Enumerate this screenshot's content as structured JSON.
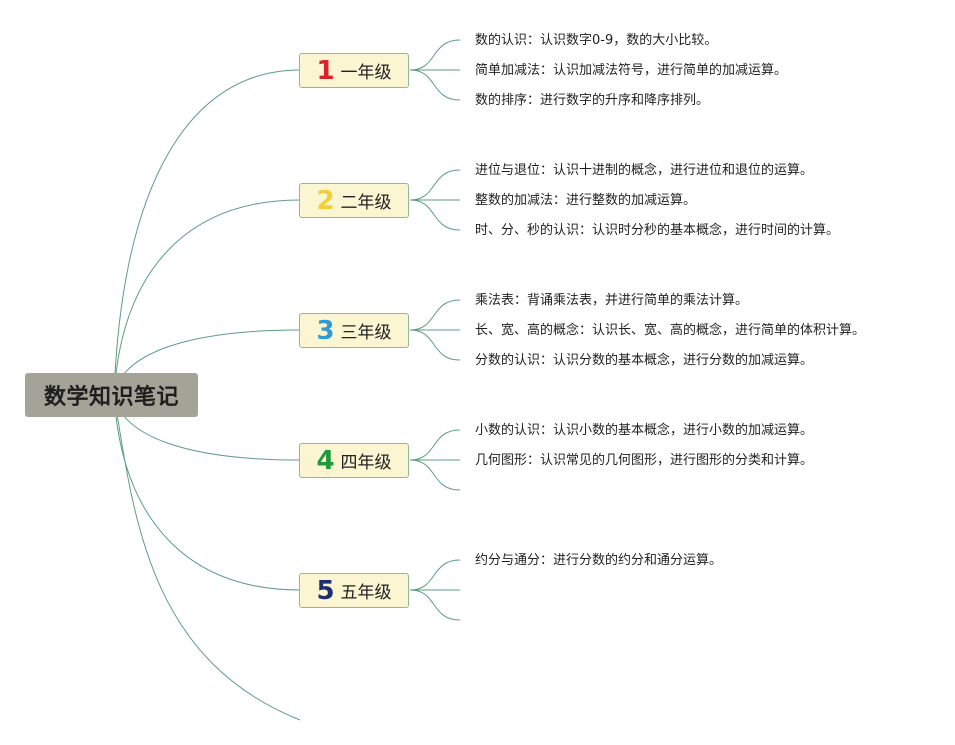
{
  "root": {
    "label": "数学知识笔记"
  },
  "colors": {
    "line": "#5f9e80",
    "root_fill": "#a4a397",
    "node_fill": "#fbf5d2",
    "node_border": "#8fb89a"
  },
  "grades": [
    {
      "number": "1",
      "label": "一年级",
      "number_color": "#d8232a",
      "topics": [
        "数的认识：认识数字0-9，数的大小比较。",
        "简单加减法：认识加减法符号，进行简单的加减运算。",
        "数的排序：进行数字的升序和降序排列。"
      ]
    },
    {
      "number": "2",
      "label": "二年级",
      "number_color": "#f1cf3a",
      "topics": [
        "进位与退位：认识十进制的概念，进行进位和退位的运算。",
        "整数的加减法：进行整数的加减运算。",
        "时、分、秒的认识：认识时分秒的基本概念，进行时间的计算。"
      ]
    },
    {
      "number": "3",
      "label": "三年级",
      "number_color": "#2e9bd6",
      "topics": [
        "乘法表：背诵乘法表，并进行简单的乘法计算。",
        "长、宽、高的概念：认识长、宽、高的概念，进行简单的体积计算。",
        "分数的认识：认识分数的基本概念，进行分数的加减运算。"
      ]
    },
    {
      "number": "4",
      "label": "四年级",
      "number_color": "#1f9a3a",
      "topics": [
        "小数的认识：认识小数的基本概念，进行小数的加减运算。",
        "几何图形：认识常见的几何图形，进行图形的分类和计算。",
        ""
      ]
    },
    {
      "number": "5",
      "label": "五年级",
      "number_color": "#1d2f73",
      "topics": [
        "约分与通分：进行分数的约分和通分运算。",
        "",
        ""
      ]
    }
  ]
}
